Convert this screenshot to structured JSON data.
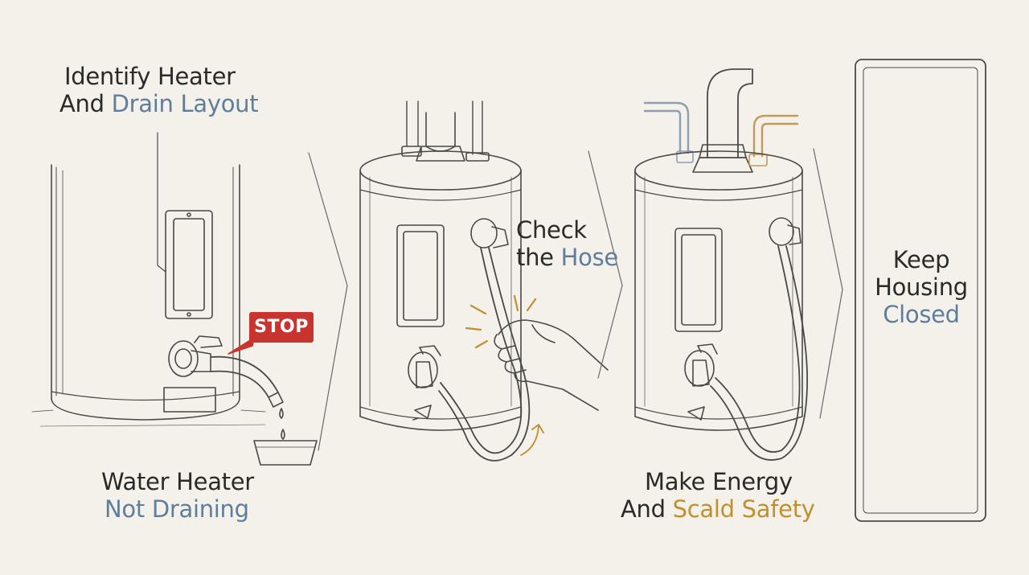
{
  "panels": [
    {
      "line1": "Identify Heater",
      "line2": "And Drain Layout"
    },
    {
      "line1": "Water Heater",
      "line2": "Not Draining"
    },
    {
      "line1": "Check",
      "line2": "the Hose"
    },
    {
      "line1": "Make Energy",
      "line2": "And Scald Safety"
    },
    {
      "line1": "Keep",
      "line2": "Housing",
      "line3": "Closed"
    }
  ],
  "stop_sign": "STOP",
  "colors": {
    "background": "#f3f1ea",
    "ink": "#4a4945",
    "text_dark": "#2b2a28",
    "accent_blue": "#5f7e9b",
    "accent_gold": "#c0902f",
    "stop_red": "#c9342e",
    "cold_pipe": "#8d9fb3",
    "hot_pipe": "#c49a5a"
  },
  "icons": [
    "water-heater-icon",
    "drain-valve-icon",
    "hose-icon",
    "gloved-hand-icon",
    "stop-sign-icon",
    "bucket-icon",
    "arrow-icon"
  ]
}
